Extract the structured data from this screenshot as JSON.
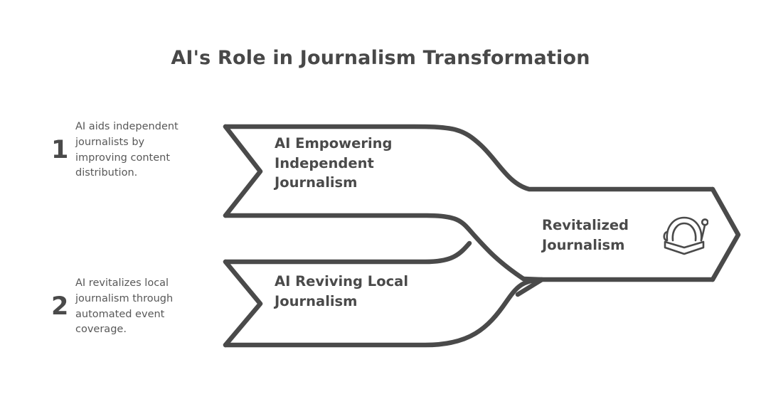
{
  "page": {
    "title": "AI's Role in Journalism Transformation",
    "background_color": "#ffffff",
    "stroke_color": "#4a4a4a",
    "heading_color": "#484848",
    "body_text_color": "#585858"
  },
  "diagram": {
    "type": "merging-flow",
    "notes": [
      {
        "number": "1",
        "text": "AI aids independent journalists by improving content distribution."
      },
      {
        "number": "2",
        "text": "AI revitalizes local journalism through automated event coverage."
      }
    ],
    "inputs": [
      {
        "label": "AI Empowering Independent Journalism"
      },
      {
        "label": "AI Reviving Local Journalism"
      }
    ],
    "outcome": {
      "label": "Revitalized Journalism",
      "icon": "book-sunrise-icon"
    }
  }
}
